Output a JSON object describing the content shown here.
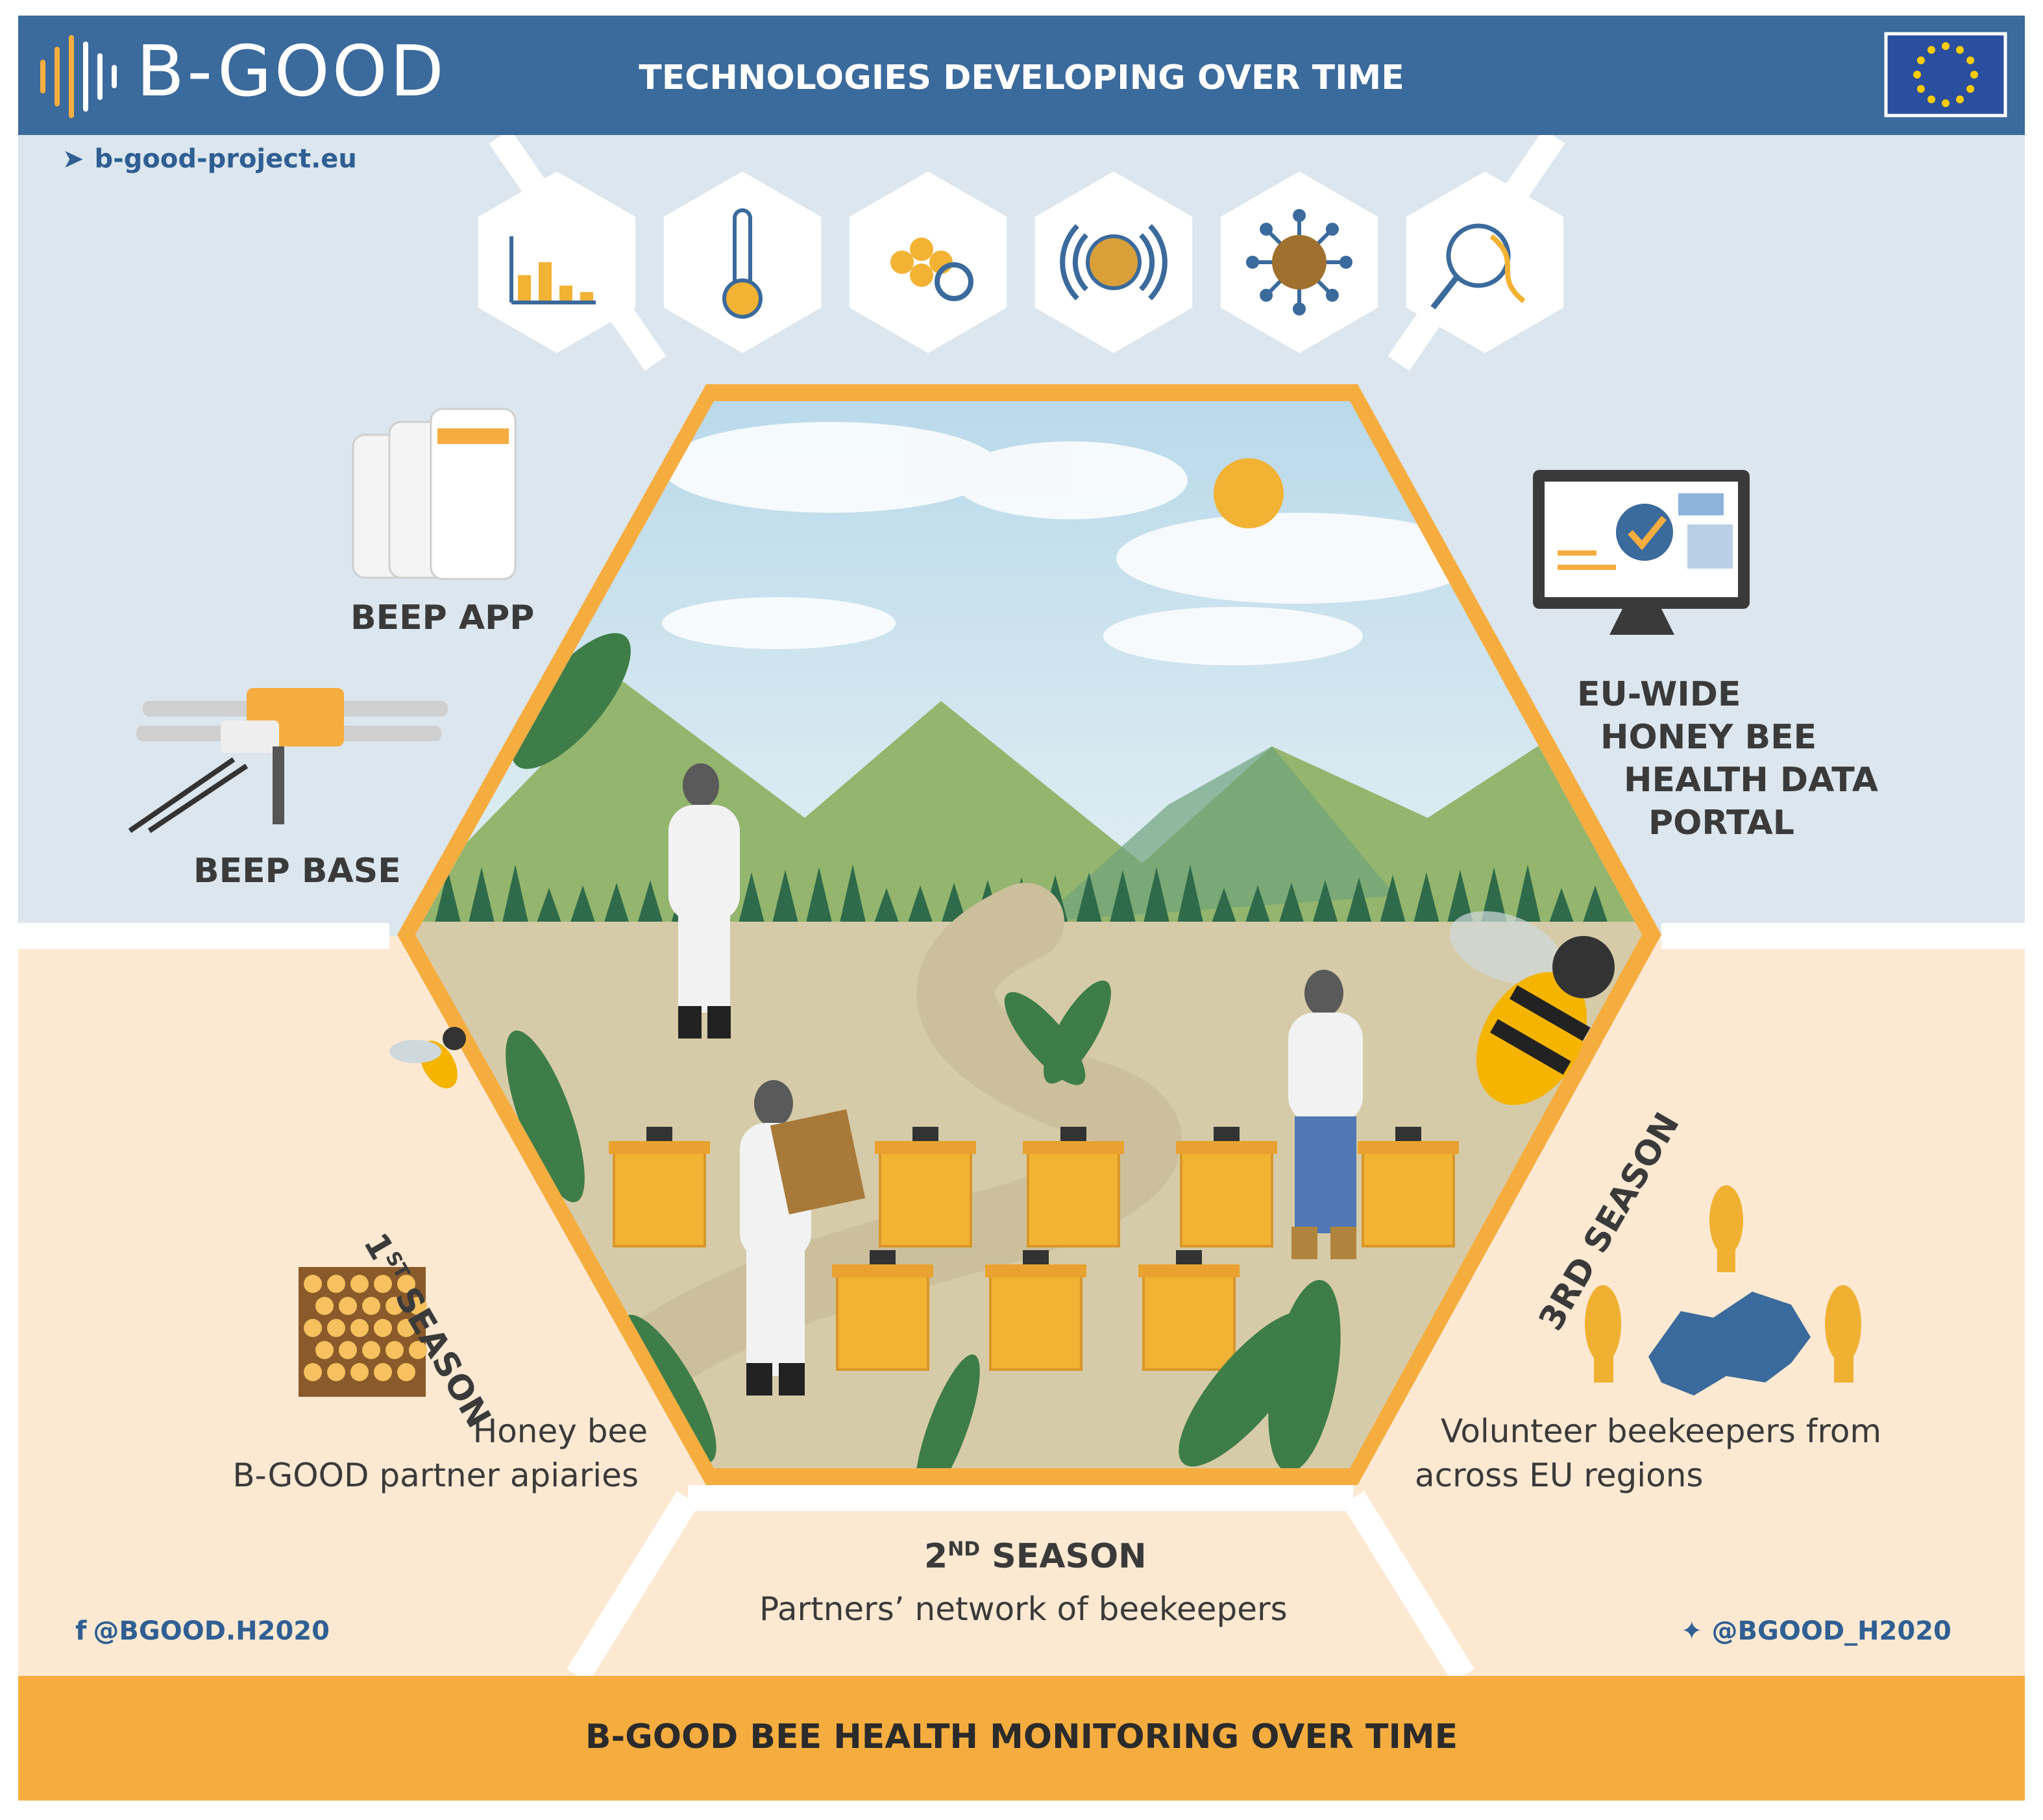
{
  "header": {
    "logo_text": "B-GOOD",
    "title": "TECHNOLOGIES DEVELOPING OVER TIME",
    "website": "b-good-project.eu"
  },
  "left": {
    "beep_app": "BEEP APP",
    "beep_base": "BEEP BASE"
  },
  "right": {
    "portal_lines": [
      "EU-WIDE",
      "HONEY BEE",
      "HEALTH DATA",
      "PORTAL"
    ]
  },
  "seasons": {
    "first_prefix": "1",
    "first_sup": "ST",
    "first_suffix": " SEASON",
    "first_desc_1": "Honey bee",
    "first_desc_2": "B-GOOD partner apiaries",
    "second_prefix": "2",
    "second_sup": "ND",
    "second_suffix": " SEASON",
    "second_desc": "Partners’ network of beekeepers",
    "third": "3RD SEASON",
    "third_desc_1": "Volunteer beekeepers from",
    "third_desc_2": "across EU regions"
  },
  "social": {
    "facebook": "@BGOOD.H2020",
    "twitter": "@BGOOD_H2020"
  },
  "footer": {
    "title": "B-GOOD BEE HEALTH MONITORING OVER TIME"
  },
  "icons": [
    "bar-chart-bee-icon",
    "thermometer-icon",
    "honeycomb-gear-icon",
    "sensor-signal-icon",
    "virus-icon",
    "dna-magnifier-icon"
  ],
  "colors": {
    "header_blue": "#3b6a9c",
    "footer_orange": "#f6ad3f",
    "sky_panel": "#dbe6ee",
    "cream_panel": "#fde9d2",
    "hex_border": "#f6ad3f",
    "text_dark": "#3a3a3a",
    "link_blue": "#2f5f93"
  }
}
